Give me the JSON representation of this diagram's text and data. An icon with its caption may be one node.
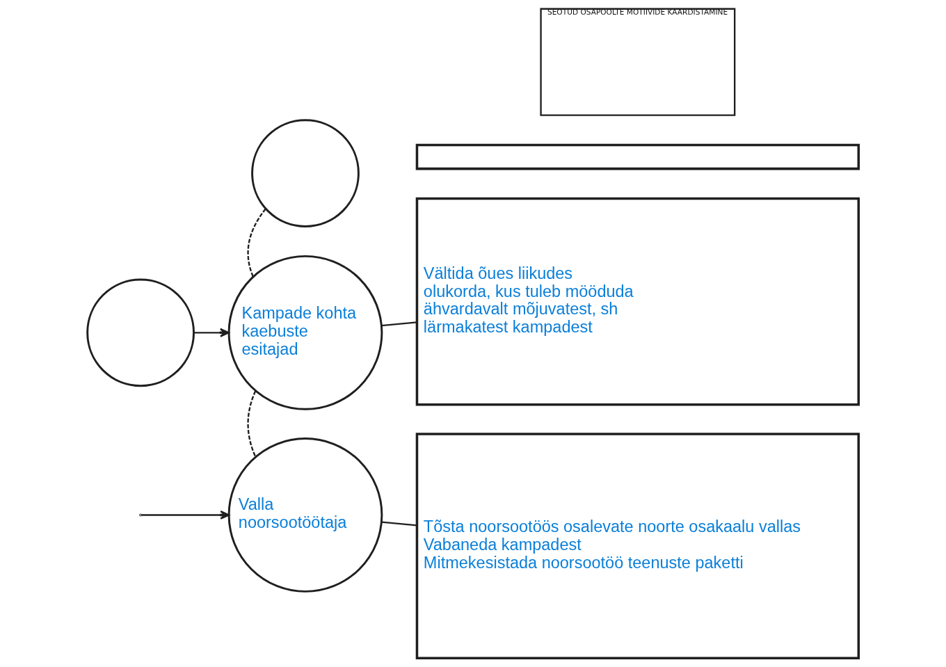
{
  "diagram": {
    "nodes": [
      {
        "text": [],
        "shape": "circle"
      },
      {
        "text": [],
        "shape": "circle"
      },
      {
        "text": [
          "Kampade kohta kaebuste esitajad"
        ]
      },
      {
        "text": [
          "Valla noorsootöötaja"
        ]
      },
      {
        "text": [],
        "shape": "box"
      },
      {
        "text": [
          "Vältida õues liikudes olukorda, kus tuleb mööduda ähvardavalt mõjuvatest, sh lärmakatest kampadest"
        ]
      },
      {
        "text": [
          "Tõsta noorsootöös osalevate noorte osakaalu vallas",
          "Vabaneda kampadest",
          "Mitmekesistada noorsootöö teenuste paketti"
        ]
      },
      {
        "text": [
          "SEOTUD OSAPOOLTE MOTIIVIDE KAARDISTAMINE"
        ]
      }
    ],
    "edges": [
      {
        "from": 0,
        "to": 2,
        "arrow": "to"
      },
      {
        "from": null,
        "to": 3,
        "arrow": "to"
      },
      {
        "from": 1,
        "to": 2,
        "arrow": "none",
        "style": "dashed"
      },
      {
        "from": 2,
        "to": 3,
        "arrow": "none",
        "style": "dashed"
      },
      {
        "from": 2,
        "to": 5,
        "arrow": "none"
      },
      {
        "from": 3,
        "to": 6,
        "arrow": "none"
      }
    ]
  }
}
